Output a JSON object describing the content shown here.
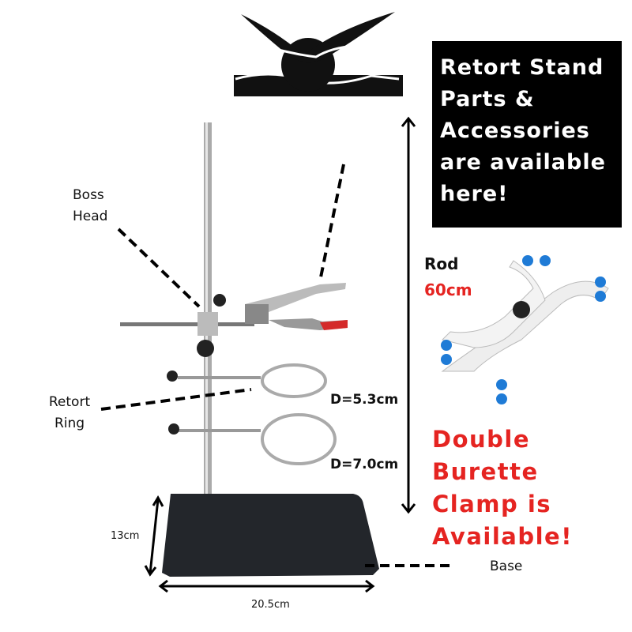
{
  "promo_box": {
    "lines": [
      "Retort Stand",
      "Parts &",
      "Accessories",
      "are available",
      "here!"
    ]
  },
  "labels": {
    "boss_head": [
      "Boss",
      "Head"
    ],
    "retort_ring": [
      "Retort",
      "Ring"
    ],
    "base": "Base",
    "rod_title": "Rod",
    "rod_length": "60cm",
    "ring_small": "D=5.3cm",
    "ring_large": "D=7.0cm",
    "base_depth": "13cm",
    "base_width": "20.5cm"
  },
  "clamp_promo": {
    "lines": [
      "Double",
      "Burette",
      "Clamp is",
      "Available!"
    ]
  },
  "colors": {
    "accent_red": "#e52421",
    "promo_bg": "#000000"
  }
}
